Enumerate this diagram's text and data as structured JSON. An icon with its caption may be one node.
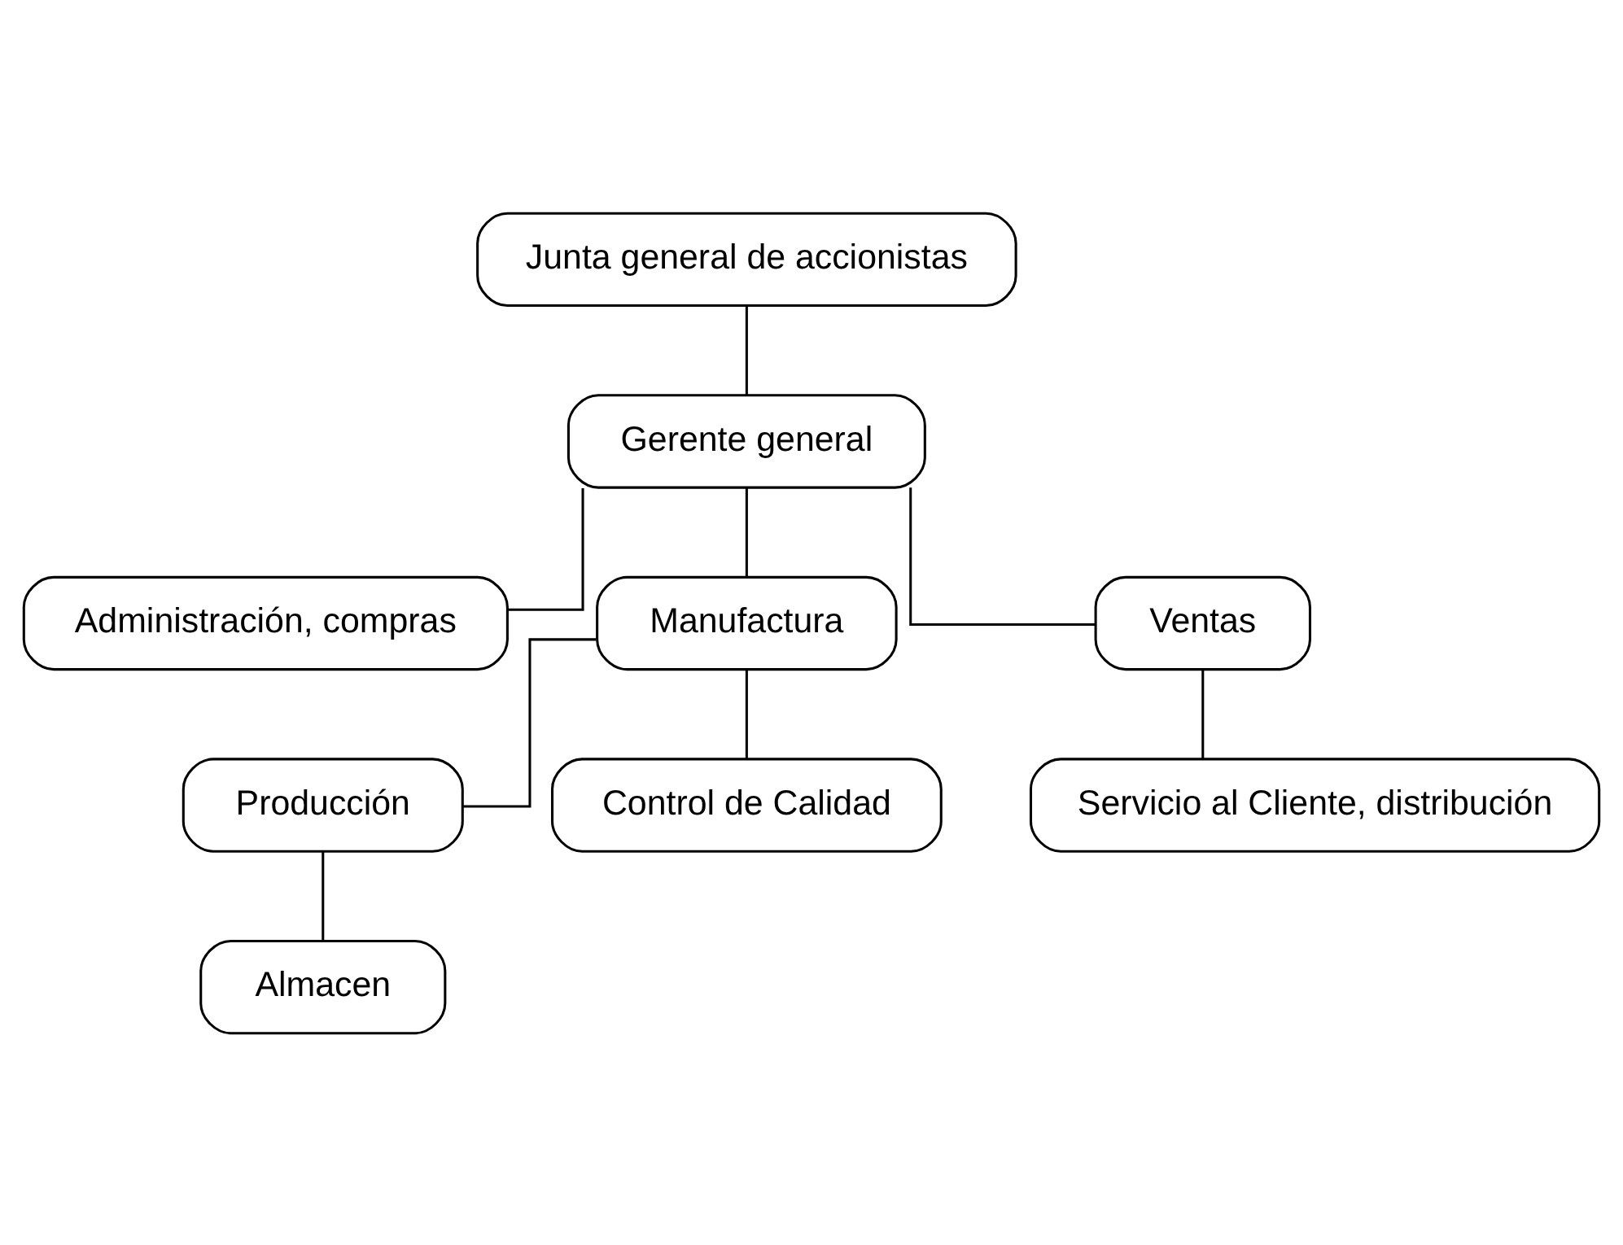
{
  "diagram": {
    "nodes": [
      {
        "text": [
          "Junta general de accionistas"
        ]
      },
      {
        "text": [
          "Gerente general"
        ]
      },
      {
        "text": [
          "Administración, compras"
        ]
      },
      {
        "text": [
          "Manufactura"
        ]
      },
      {
        "text": [
          "Ventas"
        ]
      },
      {
        "text": [
          "Producción"
        ]
      },
      {
        "text": [
          "Control de Calidad"
        ]
      },
      {
        "text": [
          "Almacen"
        ]
      },
      {
        "text": [
          "Servicio al Cliente, distribución"
        ]
      }
    ],
    "edges": [
      {
        "from": 0,
        "to": 1,
        "arrow": "none"
      },
      {
        "from": 1,
        "to": 2,
        "arrow": "none"
      },
      {
        "from": 1,
        "to": 3,
        "arrow": "none"
      },
      {
        "from": 1,
        "to": 4,
        "arrow": "none"
      },
      {
        "from": 3,
        "to": 5,
        "arrow": "none"
      },
      {
        "from": 3,
        "to": 6,
        "arrow": "none"
      },
      {
        "from": 5,
        "to": 7,
        "arrow": "none"
      },
      {
        "from": 4,
        "to": 8,
        "arrow": "none"
      }
    ]
  }
}
